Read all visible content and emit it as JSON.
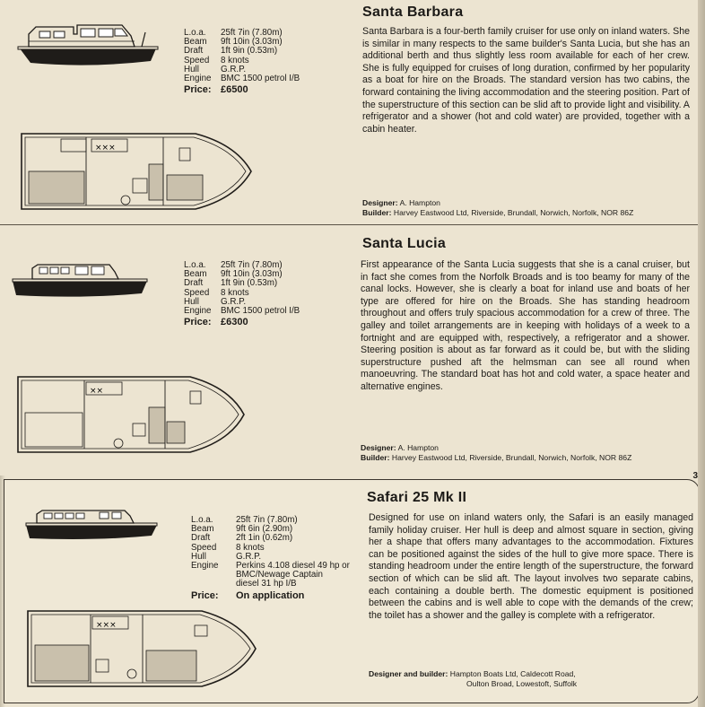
{
  "boats": [
    {
      "name": "Santa Barbara",
      "specs": [
        {
          "key": "L.o.a.",
          "value": "25ft 7in (7.80m)"
        },
        {
          "key": "Beam",
          "value": "9ft 10in (3.03m)"
        },
        {
          "key": "Draft",
          "value": "1ft 9in (0.53m)"
        },
        {
          "key": "Speed",
          "value": "8 knots"
        },
        {
          "key": "Hull",
          "value": "G.R.P."
        },
        {
          "key": "Engine",
          "value": "BMC 1500 petrol I/B"
        }
      ],
      "price_label": "Price:",
      "price": "£6500",
      "description": "Santa Barbara is a four-berth family cruiser for use only on inland waters. She is similar in many respects to the same builder's Santa Lucia, but she has an additional berth and thus slightly less room available for each of her crew. She is fully equipped for cruises of long duration, confirmed by her popularity as a boat for hire on the Broads. The standard version has two cabins, the forward containing the living accommodation and the steering position. Part of the superstructure of this section can be slid aft to provide light and visibility. A refrigerator and a shower (hot and cold water) are provided, together with a cabin heater.",
      "designer_label": "Designer:",
      "designer": "A. Hampton",
      "builder_label": "Builder:",
      "builder": "Harvey Eastwood Ltd, Riverside, Brundall, Norwich, Norfolk, NOR 86Z"
    },
    {
      "name": "Santa Lucia",
      "specs": [
        {
          "key": "L.o.a.",
          "value": "25ft 7in (7.80m)"
        },
        {
          "key": "Beam",
          "value": "9ft 10in (3.03m)"
        },
        {
          "key": "Draft",
          "value": "1ft 9in (0.53m)"
        },
        {
          "key": "Speed",
          "value": "8 knots"
        },
        {
          "key": "Hull",
          "value": "G.R.P."
        },
        {
          "key": "Engine",
          "value": "BMC 1500 petrol I/B"
        }
      ],
      "price_label": "Price:",
      "price": "£6300",
      "description": "First appearance of the Santa Lucia suggests that she is a canal cruiser, but in fact she comes from the Norfolk Broads and is too beamy for many of the canal locks. However, she is clearly a boat for inland use and boats of her type are offered for hire on the Broads. She has standing headroom throughout and offers truly spacious accommodation for a crew of three. The galley and toilet arrangements are in keeping with holidays of a week to a fortnight and are equipped with, respectively, a refrigerator and a shower. Steering position is about as far forward as it could be, but with the sliding superstructure pushed aft the helmsman can see all round when manoeuvring. The standard boat has hot and cold water, a space heater and alternative engines.",
      "designer_label": "Designer:",
      "designer": "A. Hampton",
      "builder_label": "Builder:",
      "builder": "Harvey Eastwood Ltd, Riverside, Brundall, Norwich, Norfolk, NOR 86Z"
    },
    {
      "name": "Safari 25 Mk II",
      "specs": [
        {
          "key": "L.o.a.",
          "value": "25ft 7in (7.80m)"
        },
        {
          "key": "Beam",
          "value": "9ft 6in (2.90m)"
        },
        {
          "key": "Draft",
          "value": "2ft 1in (0.62m)"
        },
        {
          "key": "Speed",
          "value": "8 knots"
        },
        {
          "key": "Hull",
          "value": "G.R.P."
        },
        {
          "key": "Engine",
          "value": "Perkins 4.108 diesel 49 hp or"
        },
        {
          "key": "",
          "value": "BMC/Newage Captain"
        },
        {
          "key": "",
          "value": "diesel 31 hp I/B"
        }
      ],
      "price_label": "Price:",
      "price": "On application",
      "description": "Designed for use on inland waters only, the Safari is an easily managed family holiday cruiser. Her hull is deep and almost square in section, giving her a shape that offers many advantages to the accommodation. Fixtures can be positioned against the sides of the hull to give more space. There is standing headroom under the entire length of the superstructure, the forward section of which can be slid aft. The layout involves two separate cabins, each containing a double berth. The domestic equipment is positioned between the cabins and is well able to cope with the demands of the crew; the toilet has a shower and the galley is complete with a refrigerator.",
      "designer_builder_label": "Designer and builder:",
      "designer_builder": [
        "Hampton Boats Ltd, Caldecott Road,",
        "Oulton Broad, Lowestoft, Suffolk"
      ]
    }
  ],
  "page_number": "3"
}
